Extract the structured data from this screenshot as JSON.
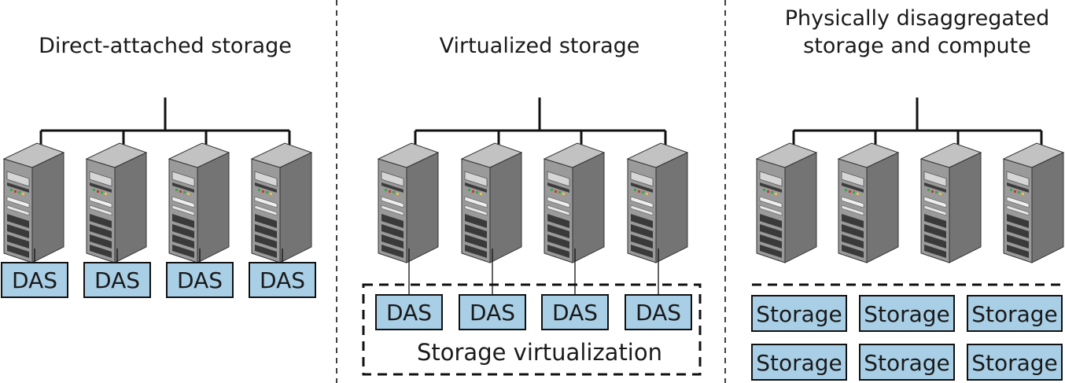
{
  "panels": [
    {
      "title_lines": [
        "Direct-attached storage"
      ],
      "server_labels": [
        "DAS",
        "DAS",
        "DAS",
        "DAS"
      ]
    },
    {
      "title_lines": [
        "Virtualized storage"
      ],
      "server_labels": [
        "DAS",
        "DAS",
        "DAS",
        "DAS"
      ],
      "group_label": "Storage virtualization"
    },
    {
      "title_lines": [
        "Physically disaggregated",
        "storage and compute"
      ],
      "storage_labels": [
        "Storage",
        "Storage",
        "Storage",
        "Storage",
        "Storage",
        "Storage"
      ]
    }
  ],
  "colors": {
    "storage_box_fill": "#a9cfe6",
    "server_body": "#8c8c8c",
    "server_side": "#6f6f6f",
    "server_top": "#b5b5b5",
    "line": "#111111"
  },
  "icons": [
    "server-tower-icon"
  ]
}
